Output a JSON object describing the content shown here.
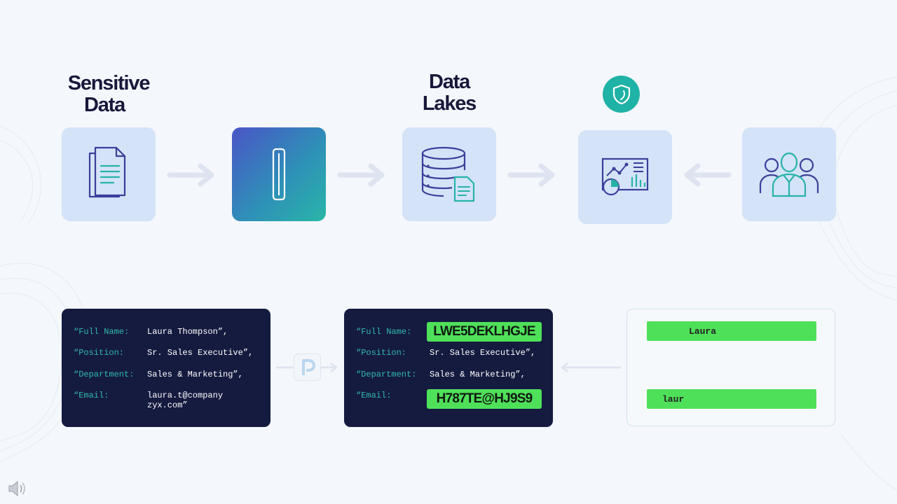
{
  "titles": {
    "sensitive": [
      "Sensitive",
      "Data"
    ],
    "lakes": [
      "Data",
      "Lakes"
    ]
  },
  "tiles": [
    {
      "name": "documents-icon"
    },
    {
      "name": "processor-icon"
    },
    {
      "name": "database-icon"
    },
    {
      "name": "analytics-dashboard-icon"
    },
    {
      "name": "users-group-icon"
    }
  ],
  "colors": {
    "accent": "#1fb2a6",
    "tile": "#d4e3f8",
    "panel": "#151b3f",
    "mask": "#4fe05a"
  },
  "original_record": {
    "full_name_key": "“Full Name:",
    "full_name_value": "Laura Thompson”,",
    "position_key": "“Position:",
    "position_value": "Sr. Sales Executive”,",
    "department_key": "“Department:",
    "department_value": "Sales & Marketing”,",
    "email_key": "“Email:",
    "email_value_line1": "laura.t@company",
    "email_value_line2": "zyx.com”"
  },
  "masked_record": {
    "full_name_key": "“Full Name:",
    "full_name_masked": "LWE5DEKLHGJE",
    "position_key": "“Position:",
    "position_value": "Sr. Sales Executive”,",
    "department_key": "“Department:",
    "department_value": "Sales & Marketing”,",
    "email_key": "“Email:",
    "email_masked": "H787TE@HJ9S9"
  },
  "query_box": {
    "bar1": "Laura",
    "bar2": "laur"
  },
  "badge_letter": "P"
}
